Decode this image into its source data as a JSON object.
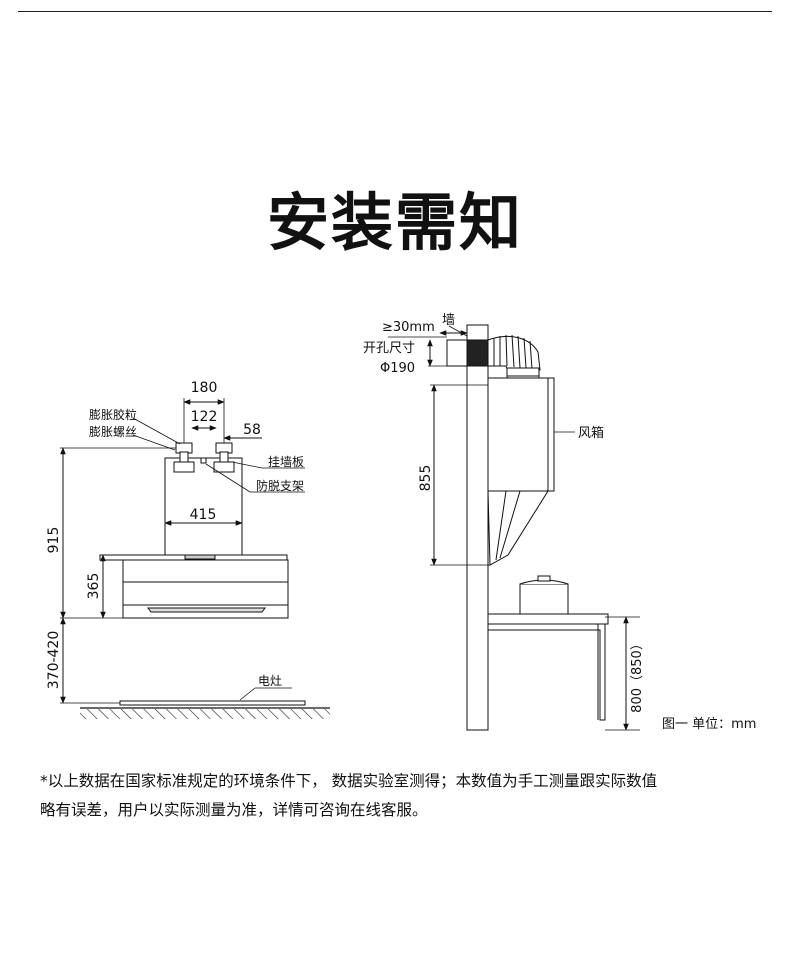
{
  "title": "安装需知",
  "left_view": {
    "dim_180": "180",
    "dim_122": "122",
    "dim_58": "58",
    "dim_415": "415",
    "dim_915": "915",
    "dim_365": "365",
    "dim_370_420": "370-420",
    "label_expansion_anchor": "膨胀胶粒",
    "label_expansion_screw": "膨胀螺丝",
    "label_wall_plate": "挂墙板",
    "label_anti_drop_bracket": "防脱支架",
    "label_stove": "电灶"
  },
  "right_view": {
    "label_wall": "墙",
    "dim_30mm": "≥30mm",
    "label_hole_size": "开孔尺寸",
    "dim_190": "Φ190",
    "label_fan_box": "风箱",
    "dim_855": "855",
    "dim_800_850": "800（850）",
    "caption": "图一  单位：mm"
  },
  "note": {
    "line1": "*以上数据在国家标准规定的环境条件下， 数据实验室测得；本数值为手工测量跟实际数值",
    "line2": "略有误差，用户以实际测量为准，详情可咨询在线客服。"
  }
}
